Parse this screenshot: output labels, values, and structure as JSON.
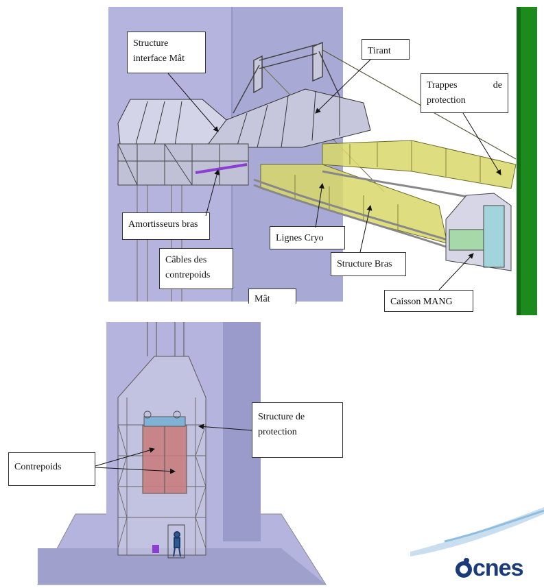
{
  "labels": {
    "structure_interface_mat": [
      "Structure",
      "interface Mât"
    ],
    "tirant": "Tirant",
    "trappes_protection": [
      "Trappes",
      "de",
      "protection"
    ],
    "amortisseurs_bras": "Amortisseurs bras",
    "lignes_cryo": "Lignes Cryo",
    "cables_contrepoids": [
      "Câbles des",
      "contrepoids"
    ],
    "structure_bras": "Structure Bras",
    "mat": "Mât",
    "caisson_mang": "Caisson MANG",
    "structure_de_protection": [
      "Structure de",
      "protection"
    ],
    "contrepoids": "Contrepoids"
  },
  "logo": {
    "text": "cnes",
    "color": "#1b3a7a"
  },
  "colors": {
    "mast": "#a9a9d6",
    "mast_dark": "#8f8fbf",
    "arm_yellow": "#d8d86a",
    "rocket_green": "#1d8a1d",
    "counterweight": "#c87a7a",
    "structure_grey": "#c8c8dc"
  }
}
